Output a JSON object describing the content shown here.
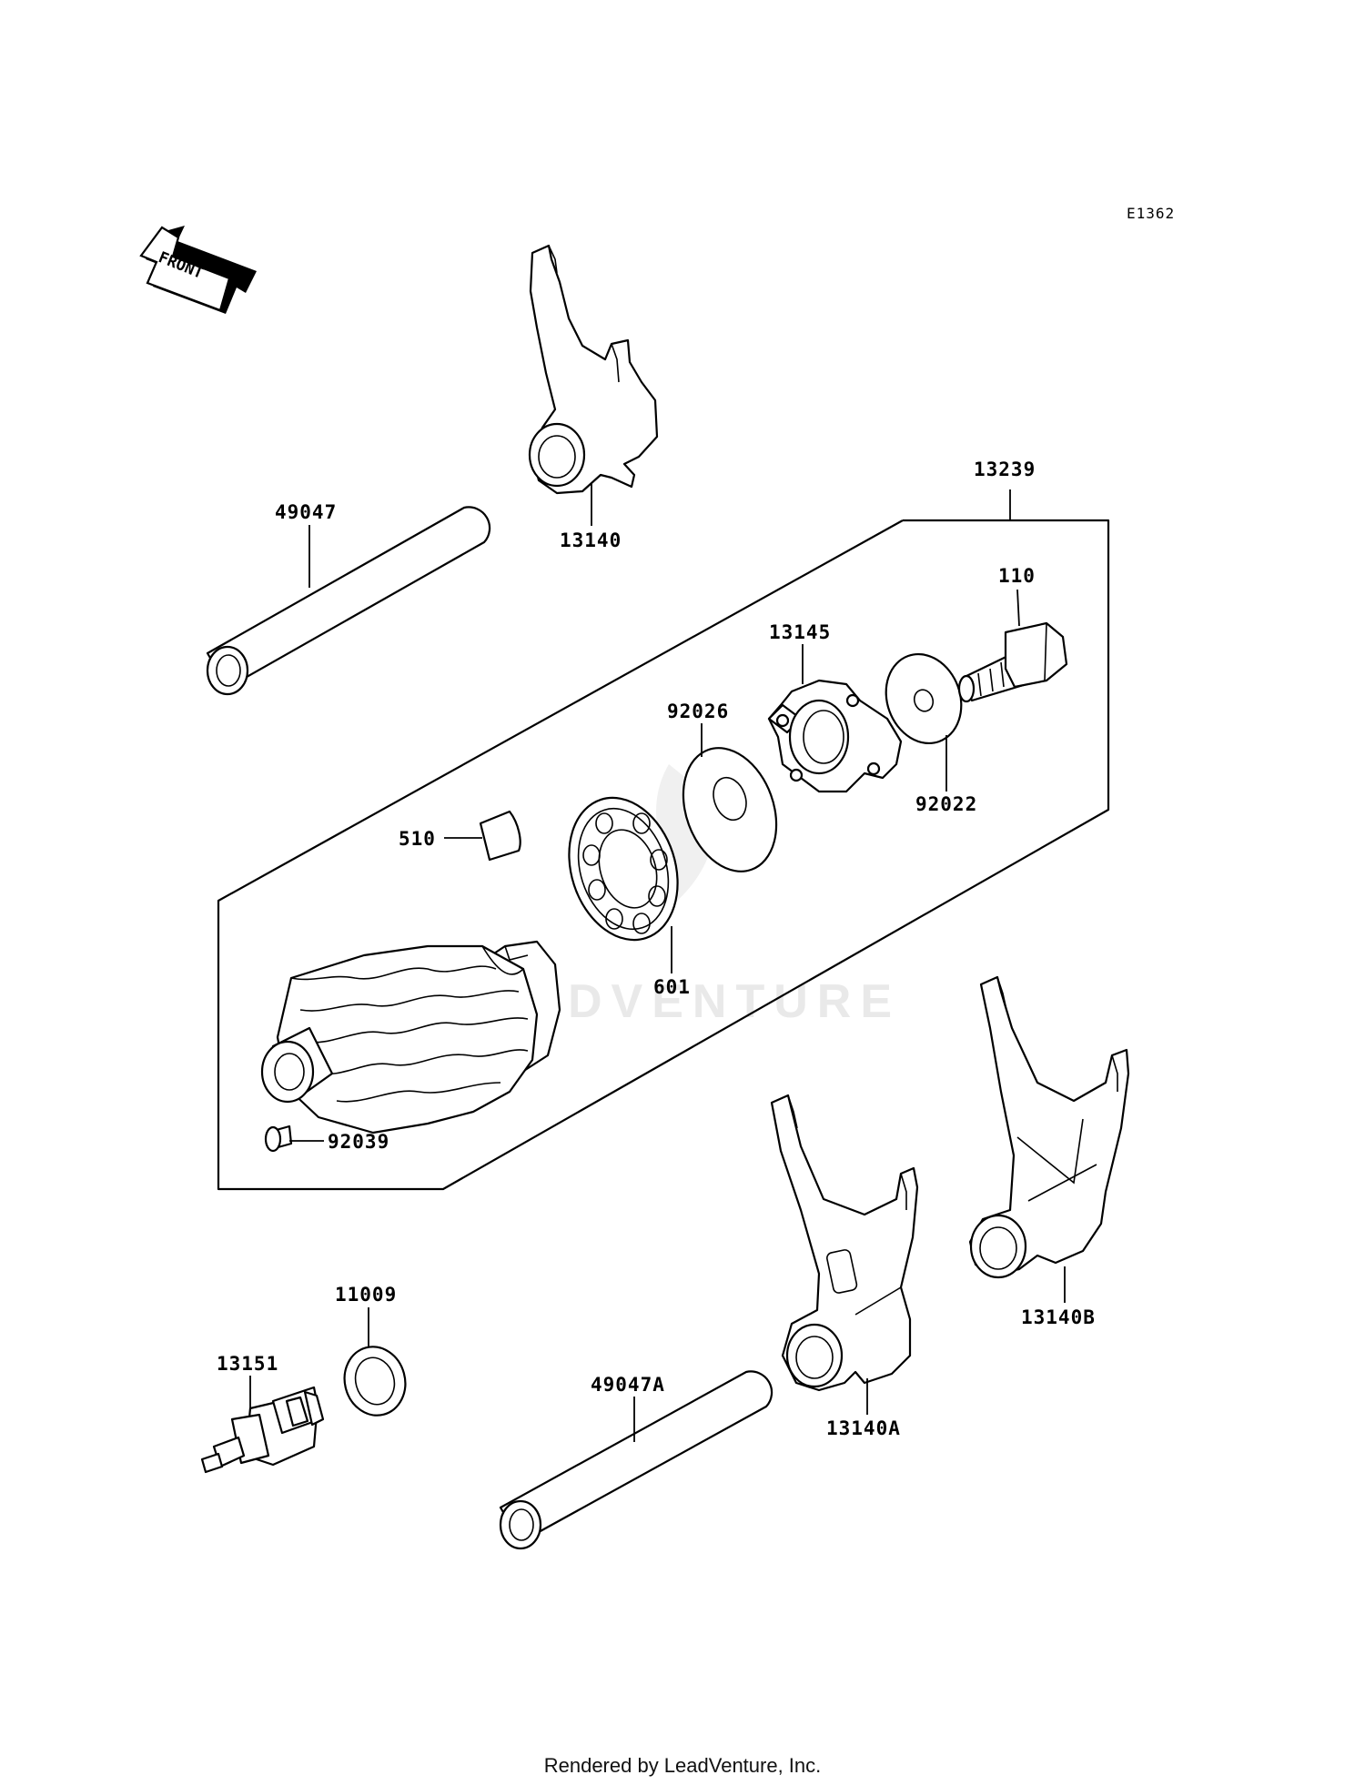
{
  "diagram": {
    "diagram_code": "E1362",
    "front_label": "FRONT",
    "watermark": "LEADVENTURE",
    "footer": "Rendered by LeadVenture, Inc.",
    "callouts": {
      "p13239": "13239",
      "p49047": "49047",
      "p13140": "13140",
      "p110": "110",
      "p13145": "13145",
      "p92026": "92026",
      "p92022": "92022",
      "p510": "510",
      "p601": "601",
      "p92039": "92039",
      "p11009": "11009",
      "p13151": "13151",
      "p49047A": "49047A",
      "p13140A": "13140A",
      "p13140B": "13140B"
    }
  }
}
